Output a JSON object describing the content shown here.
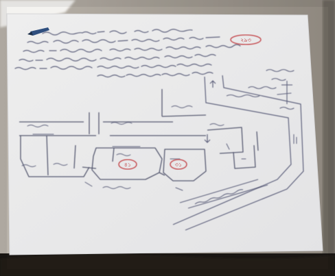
{
  "photo": {
    "subject": "hand-drawn-site-sketch",
    "colors": {
      "paper": "#eaeaea",
      "background_table": "#a8a299",
      "dark_bottom": "#1a1714",
      "ink": "#5b5e7a",
      "red_ink": "#c0393c",
      "pen_blue": "#2f4f7f"
    },
    "marked_numbers": [
      "২৯৩",
      "৪১",
      "৩১"
    ]
  }
}
